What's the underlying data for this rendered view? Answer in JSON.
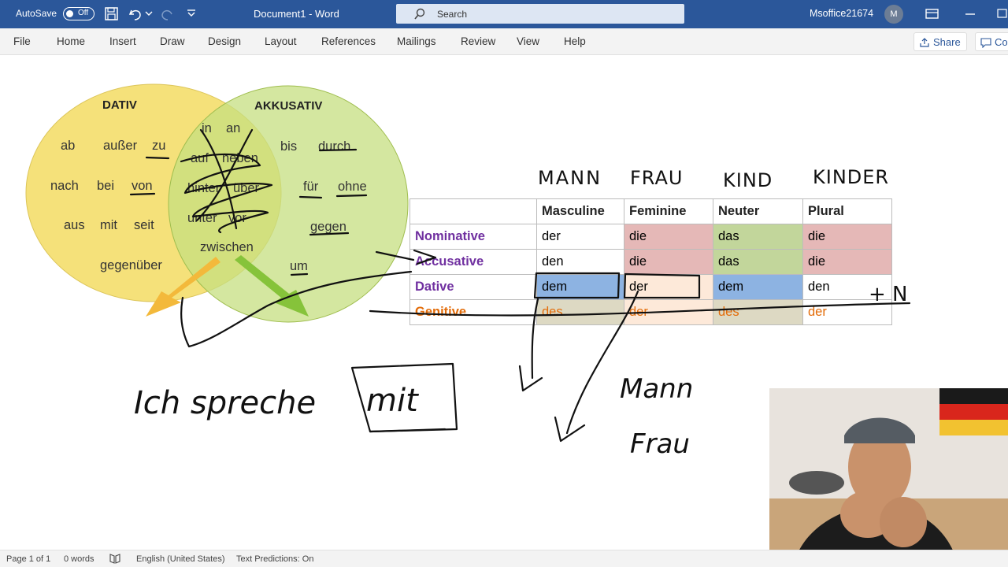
{
  "titlebar": {
    "autosave_label": "AutoSave",
    "autosave_state": "Off",
    "document_title": "Document1  -  Word",
    "search_placeholder": "Search",
    "user_name": "Msoffice21674",
    "avatar_initial": "M"
  },
  "ribbon": {
    "tabs": [
      "File",
      "Home",
      "Insert",
      "Draw",
      "Design",
      "Layout",
      "References",
      "Mailings",
      "Review",
      "View",
      "Help"
    ],
    "share_label": "Share",
    "comments_label": "Co"
  },
  "venn": {
    "dativ_title": "DATIV",
    "akkusativ_title": "AKKUSATIV",
    "dativ_words": [
      "ab",
      "außer",
      "zu",
      "nach",
      "bei",
      "von",
      "aus",
      "mit",
      "seit",
      "gegenüber"
    ],
    "overlap_words": [
      "in",
      "an",
      "auf",
      "neben",
      "hinter",
      "über",
      "unter",
      "vor",
      "zwischen"
    ],
    "akkusativ_words": [
      "bis",
      "durch",
      "für",
      "ohne",
      "gegen",
      "um"
    ],
    "colors": {
      "dativ": "#f5e17a",
      "akkusativ": "#c5df80",
      "overlap": "#b9c85a"
    }
  },
  "table": {
    "headers": [
      "",
      "Masculine",
      "Feminine",
      "Neuter",
      "Plural"
    ],
    "rows": [
      {
        "case": "Nominative",
        "cells": [
          "der",
          "die",
          "das",
          "die"
        ]
      },
      {
        "case": "Accusative",
        "cells": [
          "den",
          "die",
          "das",
          "die"
        ]
      },
      {
        "case": "Dative",
        "cells": [
          "dem",
          "der",
          "dem",
          "den"
        ]
      },
      {
        "case": "Genitive",
        "cells": [
          "des",
          "der",
          "des",
          "der"
        ]
      }
    ]
  },
  "handwriting": {
    "column_labels": [
      "MANN",
      "FRAU",
      "KIND",
      "KINDER"
    ],
    "plural_note": "+ N",
    "sentence_start": "Ich spreche",
    "sentence_boxed": "mit",
    "below_words": [
      "Mann",
      "Frau"
    ]
  },
  "statusbar": {
    "page": "Page 1 of 1",
    "words": "0 words",
    "language": "English (United States)",
    "predictions": "Text Predictions: On"
  }
}
